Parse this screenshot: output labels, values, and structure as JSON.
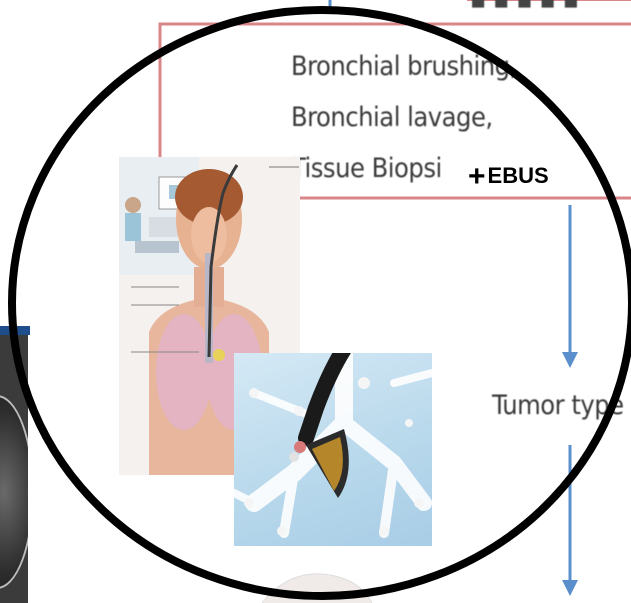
{
  "flowchart": {
    "line1": "Bronchial brushing,",
    "line2": "Bronchial lavage,",
    "line3": "Tissue Biopsi",
    "ebus_label": "EBUS",
    "ebus_plus": "+",
    "tumor_label": "Tumor type"
  },
  "colors": {
    "box_border": "#d9868a",
    "arrow": "#5b8fcc",
    "circle": "#000000",
    "ct_bar": "#1f4e8c"
  },
  "images": {
    "anatomy": "bronchoscopy-anatomy-illustration",
    "ebus_scope": "ebus-bronchoscope-illustration",
    "ct_scan": "chest-ct-scan"
  }
}
